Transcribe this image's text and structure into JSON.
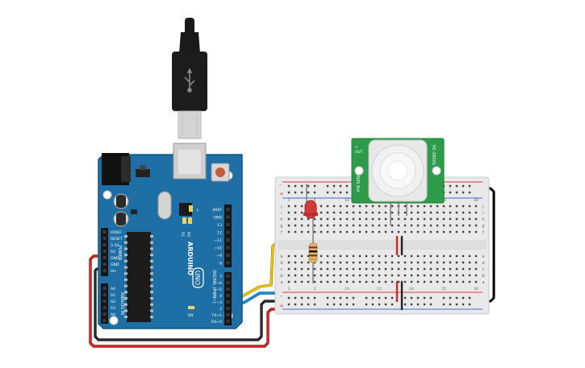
{
  "colors": {
    "background": "#ffffff",
    "arduino_board": "#1d6fa5",
    "breadboard": "#e9e9e9",
    "pir_board": "#2e9b4a",
    "wire_yellow": "#f2c30b",
    "wire_blue": "#1a8fd6",
    "wire_red": "#d62424",
    "wire_black": "#222222",
    "led_red": "#d03a3a"
  },
  "arduino": {
    "brand": "ARDUINO",
    "model": "UNO",
    "power_label": "POWER",
    "analog_label": "ANALOG IN",
    "digital_label": "DIGITAL (PWM~)",
    "tx_label": "TX",
    "rx_label": "RX",
    "on_label": "ON",
    "l_label": "L",
    "power_pins": [
      "IOREF",
      "RESET",
      "3.3V",
      "5V",
      "GND",
      "GND",
      "Vin"
    ],
    "analog_pins": [
      "A0",
      "A1",
      "A2",
      "A3",
      "A4",
      "A5"
    ],
    "digital_pins_top": [
      "AREF",
      "GND",
      "13",
      "12",
      "~11",
      "~10",
      "~9",
      "8"
    ],
    "digital_pins_bottom": [
      "7",
      "~6",
      "~5",
      "4",
      "~3",
      "2",
      "TX→1",
      "RX←0"
    ]
  },
  "pir": {
    "label_left": "PIR SENSOR",
    "label_right": "HC-SR501",
    "pin_labels": [
      "+",
      "OUT",
      "-"
    ]
  },
  "breadboard": {
    "column_numbers": [
      "1",
      "5",
      "10",
      "15",
      "20",
      "25",
      "30"
    ],
    "row_letters_top": [
      "j",
      "i",
      "h",
      "g",
      "f"
    ],
    "row_letters_bottom": [
      "e",
      "d",
      "c",
      "b",
      "a"
    ],
    "rail_plus": "+",
    "rail_minus": "-"
  }
}
